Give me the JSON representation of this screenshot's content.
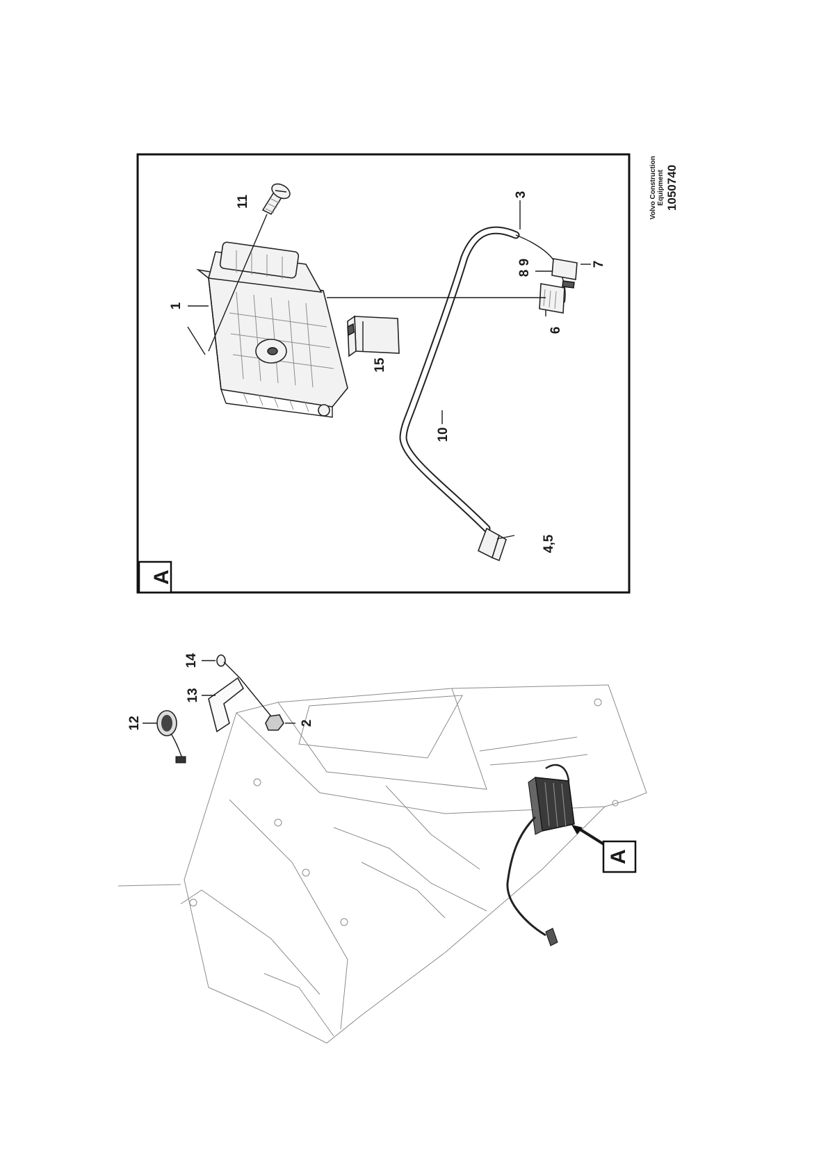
{
  "detail_frame": {
    "view_label": "A",
    "callouts": {
      "c1": "1",
      "c3": "3",
      "c45": "4,5",
      "c6": "6",
      "c7": "7",
      "c89": "8 9",
      "c10": "10",
      "c11": "11",
      "c15": "15"
    }
  },
  "overview": {
    "view_label": "A",
    "callouts": {
      "c2": "2",
      "c12": "12",
      "c13": "13",
      "c14": "14"
    }
  },
  "branding": {
    "line1": "Volvo Construction",
    "line2": "Equipment",
    "drawing_number": "1050740"
  }
}
